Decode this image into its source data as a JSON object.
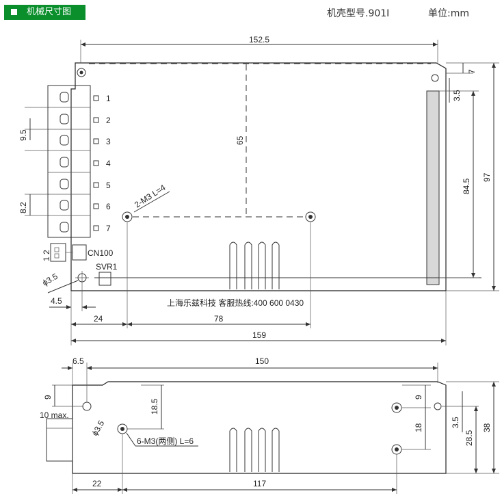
{
  "header": {
    "title": "机械尺寸图",
    "model": "机壳型号.901I",
    "unit": "单位:mm"
  },
  "top_view": {
    "dimensions": {
      "overall_width_inner": "152.5",
      "overall_width": "159",
      "height_total": "97",
      "height_inner": "84.5",
      "mount_height": "65",
      "mount_spacing": "78",
      "mount_offset": "24",
      "edge_offset": "4.5",
      "corner_7": "7",
      "corner_3_5": "3.5",
      "pitch_9_5": "9.5",
      "pitch_8_2": "8.2",
      "hole_dia": "ϕ3.5"
    },
    "terminals": [
      "1",
      "2",
      "3",
      "4",
      "5",
      "6",
      "7"
    ],
    "labels": {
      "mount_note": "2-M3 L=4",
      "connector": "CN100",
      "connector_pins": "1 2",
      "pot": "SVR1",
      "company": "上海乐兹科技 客服热线:400 600 0430"
    }
  },
  "side_view": {
    "dimensions": {
      "offset_6_5": "6.5",
      "length_150": "150",
      "height_38": "38",
      "height_28_5": "28.5",
      "right_9": "9",
      "right_18": "18",
      "hole_3_5": "3.5",
      "left_9": "9",
      "ten_max": "10 max.",
      "hole_dia": "ϕ3.5",
      "v_18_5": "18.5",
      "bottom_22": "22",
      "bottom_117": "117"
    },
    "labels": {
      "screw_note": "6-M3(两侧) L=6"
    }
  }
}
